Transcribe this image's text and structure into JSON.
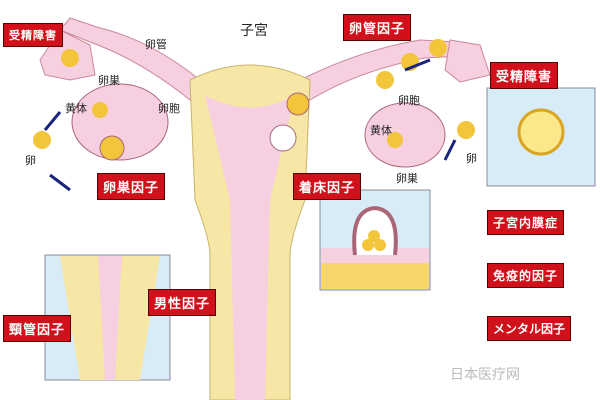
{
  "title": "子宮",
  "labels": {
    "oviduct": "卵管",
    "ovary_left": "卵巣",
    "corpus_luteum_left": "黄体",
    "follicle_left": "卵胞",
    "egg_left": "卵",
    "follicle_right": "卵胞",
    "corpus_luteum_right": "黄体",
    "egg_right": "卵",
    "ovary_right": "卵巣"
  },
  "factors": {
    "fertilization_left": "受精障害",
    "tubal": "卵管因子",
    "fertilization_right": "受精障害",
    "ovarian": "卵巣因子",
    "implantation": "着床因子",
    "endometriosis": "子宮内膜症",
    "immune": "免疫的因子",
    "mental": "メンタル因子",
    "male": "男性因子",
    "cervical": "頸管因子"
  },
  "watermark": "日本医疗网",
  "colors": {
    "tag": "#d0101a",
    "uterus": "#f7e7a6",
    "tissue": "#f6cfe0",
    "panel": "#d8ecf8",
    "egg": "#f2c53a"
  }
}
